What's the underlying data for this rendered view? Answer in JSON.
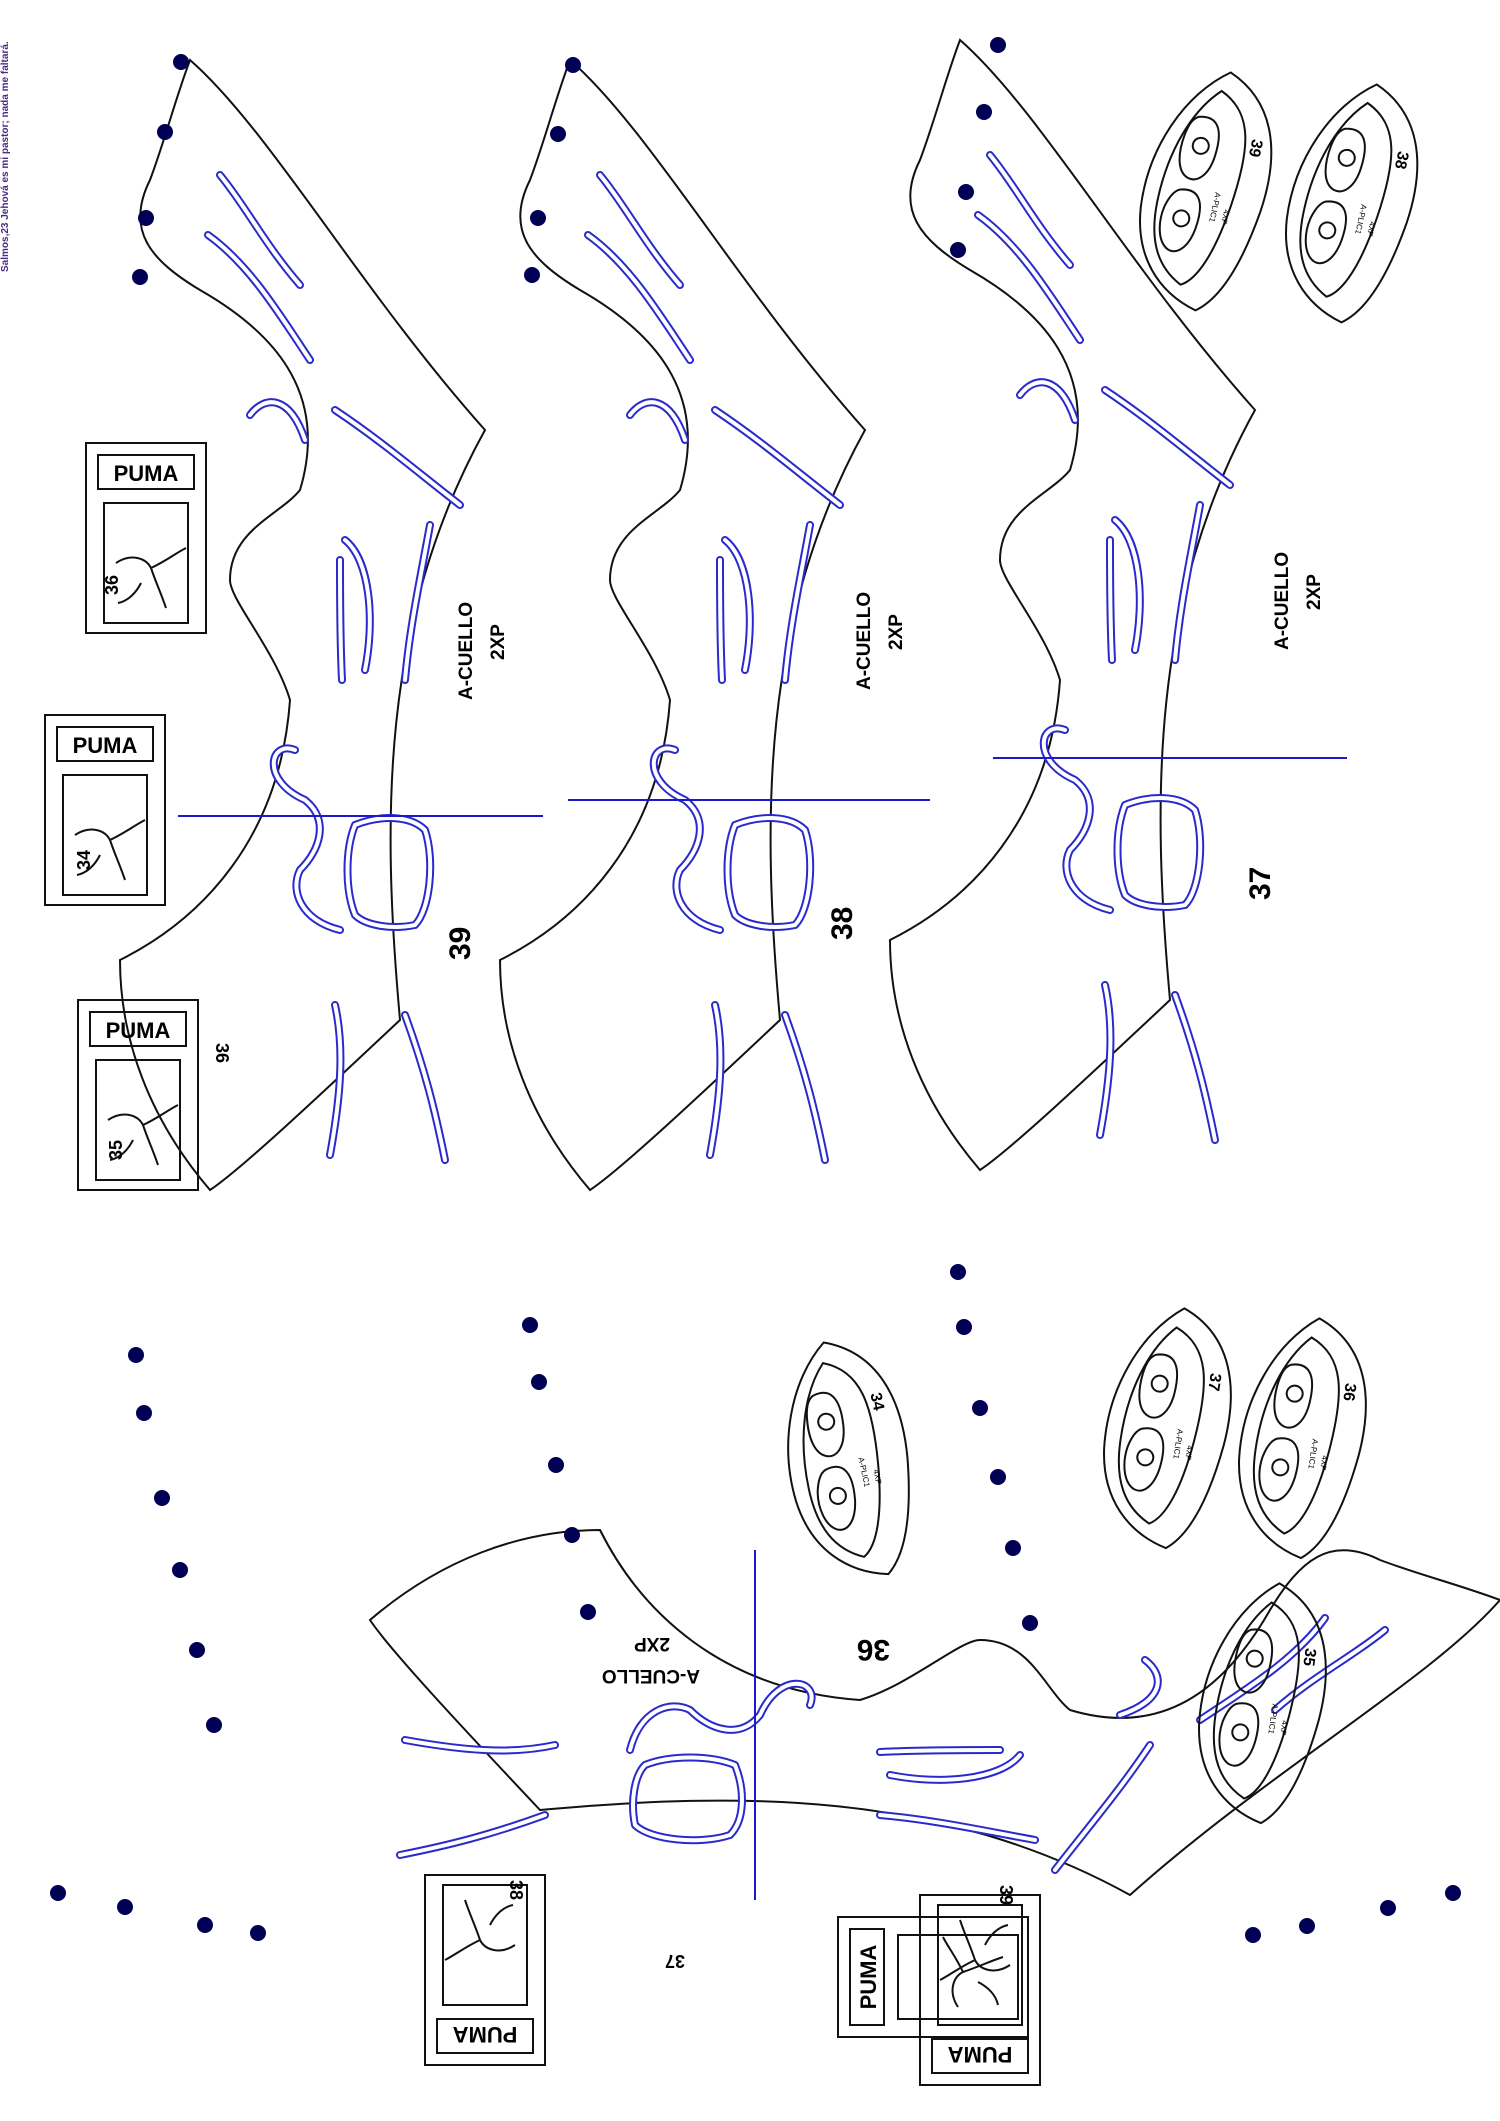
{
  "side_quote": "Salmos,23 Jehová es mi pastor; nada me faltará.",
  "colors": {
    "stitch": "#2a2acc",
    "outline": "#111111",
    "dot": "#000055",
    "quote": "#4a2a82"
  },
  "collars": [
    {
      "size": "39",
      "part": "A-CUELLO",
      "qty": "2XP"
    },
    {
      "size": "38",
      "part": "A-CUELLO",
      "qty": "2XP"
    },
    {
      "size": "37",
      "part": "A-CUELLO",
      "qty": "2XP"
    },
    {
      "size": "36",
      "part": "A-CUELLO",
      "qty": "2XP"
    }
  ],
  "labels": {
    "brand": "PUMA",
    "items": [
      {
        "size": "36"
      },
      {
        "size": "34"
      },
      {
        "size": "35"
      },
      {
        "size": "38"
      },
      {
        "size": "37"
      },
      {
        "size": "39"
      }
    ]
  },
  "aplic": {
    "part": "A-PLIC1",
    "qty": "4XP",
    "items": [
      {
        "size": "39"
      },
      {
        "size": "38"
      },
      {
        "size": "34"
      },
      {
        "size": "37"
      },
      {
        "size": "36"
      },
      {
        "size": "35"
      }
    ]
  }
}
